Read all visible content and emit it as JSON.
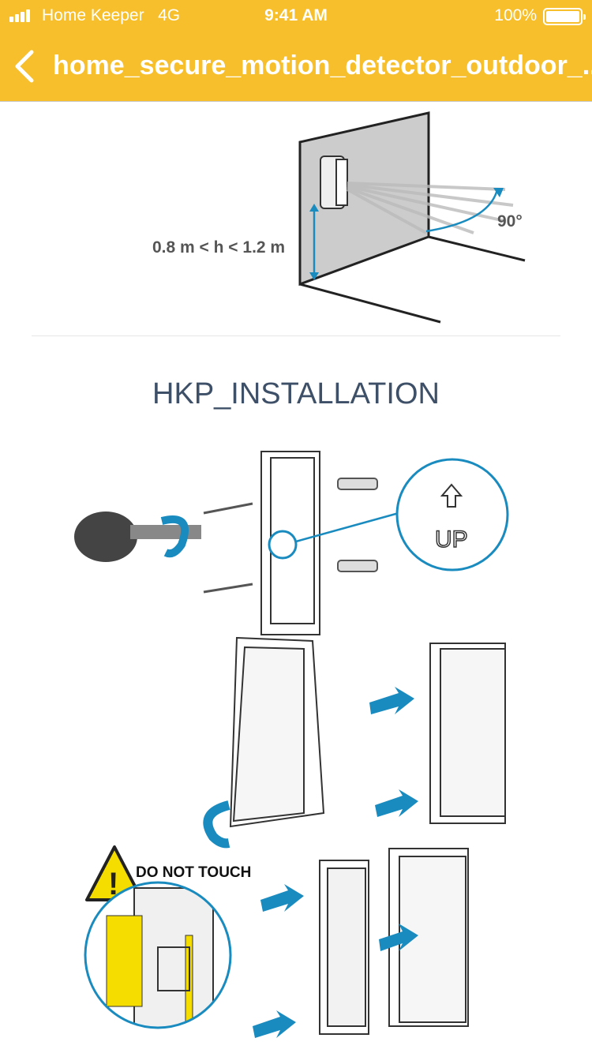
{
  "status_bar": {
    "carrier": "Home Keeper",
    "network": "4G",
    "time": "9:41 AM",
    "battery": "100%"
  },
  "header": {
    "title": "home_secure_motion_detector_outdoor_...",
    "back_icon": "chevron-left-icon"
  },
  "placement_diagram": {
    "height_label": "0.8 m < h < 1.2 m",
    "angle_label": "90°"
  },
  "section_title": "HKP_INSTALLATION",
  "installation_diagram": {
    "up_label": "UP",
    "warning_label": "DO NOT TOUCH"
  },
  "colors": {
    "header": "#F6BF2B",
    "accent": "#1a8bbf",
    "warning": "#f5dd00"
  }
}
